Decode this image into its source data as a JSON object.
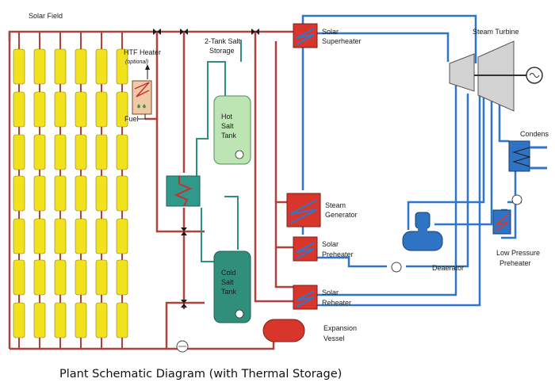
{
  "labels": {
    "solar_field": "Solar Field",
    "htf_heater": "HTF Heater",
    "htf_optional": "(optional)",
    "fuel": "Fuel",
    "two_tank_line1": "2-Tank Salt",
    "two_tank_line2": "Storage",
    "hot_tank": [
      "Hot",
      "Salt",
      "Tank"
    ],
    "cold_tank": [
      "Cold",
      "Salt",
      "Tank"
    ],
    "superheater": [
      "Solar",
      "Superheater"
    ],
    "steam_generator": [
      "Steam",
      "Generator"
    ],
    "preheater": [
      "Solar",
      "Preheater"
    ],
    "reheater": [
      "Solar",
      "Reheater"
    ],
    "expansion_vessel": [
      "Expansion",
      "Vessel"
    ],
    "steam_turbine": "Steam Turbine",
    "condenser": "Condens",
    "deaerator": "Deaerator",
    "lp_preheater": [
      "Low Pressure",
      "Preheater"
    ]
  },
  "caption": "Plant Schematic Diagram (with Thermal Storage)",
  "colors": {
    "htf_pipe": "#b0423c",
    "salt_pipe": "#2f8f80",
    "water_pipe": "#2f76c8",
    "collector": "#f2e21e",
    "hx_red": "#d9362b",
    "hx_blue": "#2f74c4",
    "hot_tank": "#bde5b3",
    "cold_tank": "#2f8f7a",
    "turbine": "#d2d2d2"
  }
}
